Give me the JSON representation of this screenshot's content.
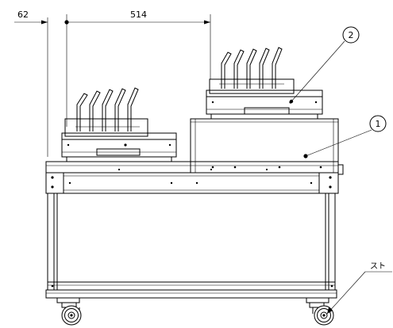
{
  "dimensions": {
    "left_offset": "62",
    "main_width": "514"
  },
  "balloons": {
    "item1": "1",
    "item2": "2"
  },
  "labels": {
    "caster_note": "スト"
  }
}
